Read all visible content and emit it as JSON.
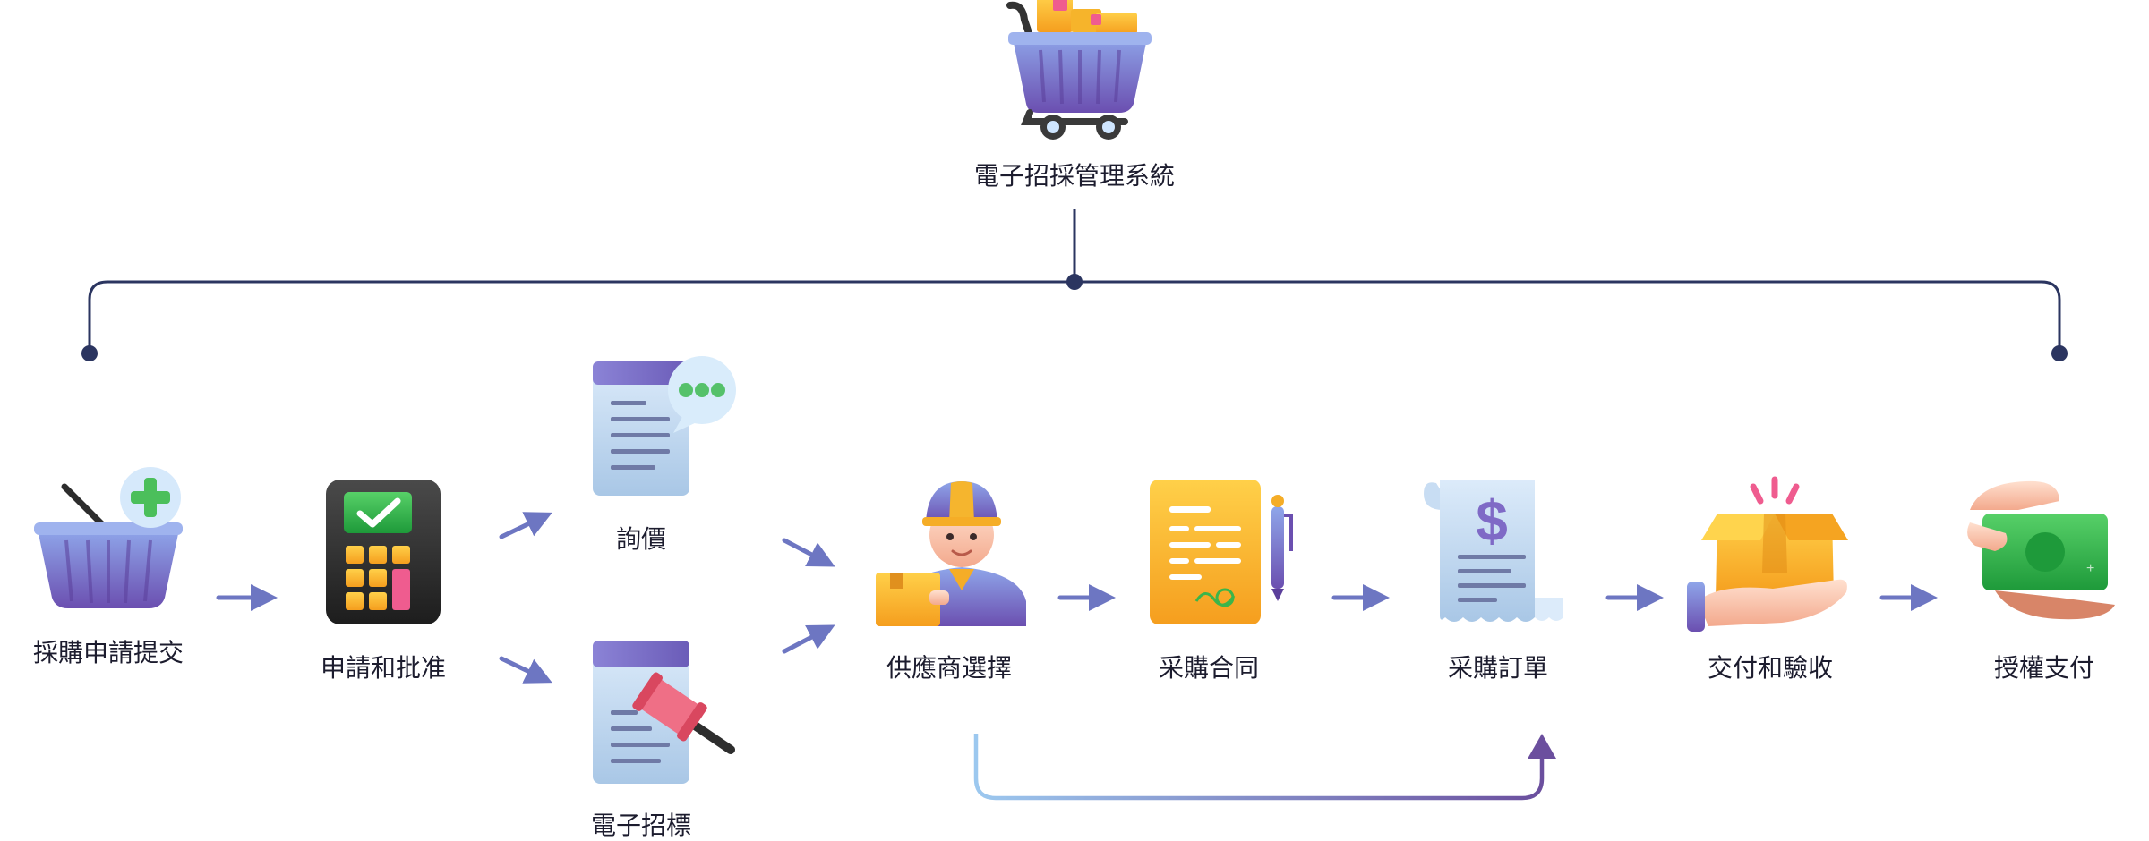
{
  "root": {
    "label": "電子招採管理系統"
  },
  "steps": [
    {
      "id": "submit",
      "label": "採購申請提交",
      "icon": "shopping-basket-plus-icon"
    },
    {
      "id": "approve",
      "label": "申請和批准",
      "icon": "payment-terminal-check-icon"
    },
    {
      "id": "inquiry",
      "label": "詢價",
      "icon": "document-chat-icon"
    },
    {
      "id": "tender",
      "label": "電子招標",
      "icon": "document-gavel-icon"
    },
    {
      "id": "supplier",
      "label": "供應商選擇",
      "icon": "delivery-worker-icon"
    },
    {
      "id": "contract",
      "label": "采購合同",
      "icon": "contract-pen-icon"
    },
    {
      "id": "order",
      "label": "采購訂單",
      "icon": "invoice-dollar-icon"
    },
    {
      "id": "delivery",
      "label": "交付和驗收",
      "icon": "open-box-hand-icon"
    },
    {
      "id": "payment",
      "label": "授權支付",
      "icon": "cash-handover-icon"
    }
  ],
  "colors": {
    "connector": "#2b3560",
    "arrow": "#6d76c2",
    "purple": "#7d6ac0",
    "gold": "#f5ad27",
    "green": "#3bb54a",
    "paper": "#bcd6ee"
  }
}
